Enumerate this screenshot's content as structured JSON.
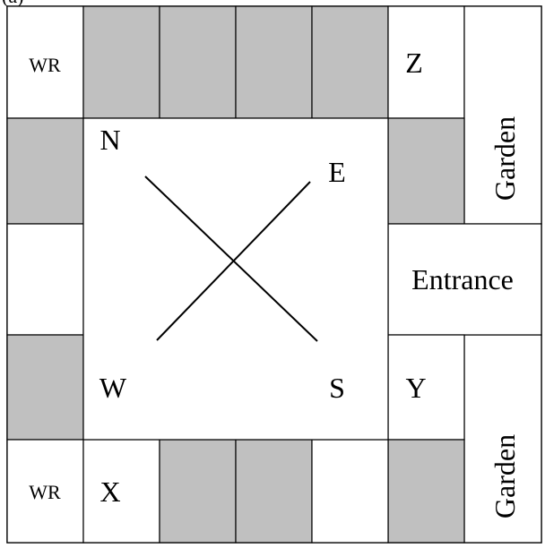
{
  "top_strip_label": "(a)",
  "colors": {
    "shaded": "#c0c0c0",
    "line": "#000000",
    "background": "#ffffff"
  },
  "labels": {
    "wr_top": "WR",
    "wr_bottom": "WR",
    "z": "Z",
    "y": "Y",
    "x": "X",
    "entrance": "Entrance",
    "garden_top": "Garden",
    "garden_bottom": "Garden",
    "compass_n": "N",
    "compass_e": "E",
    "compass_s": "S",
    "compass_w": "W"
  }
}
